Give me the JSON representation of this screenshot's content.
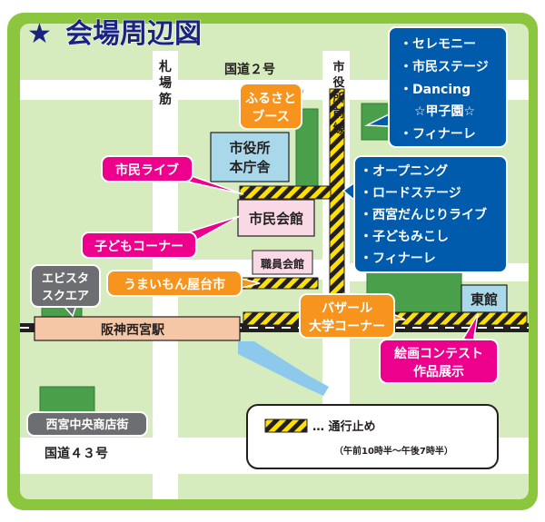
{
  "title": {
    "star": "★",
    "text": "会場周辺図"
  },
  "colors": {
    "frame": "#8cc63f",
    "land": "#d6ecbf",
    "road": "#ffffff",
    "park": "#4aa04a",
    "orange": "#f7941d",
    "magenta": "#ec008c",
    "blue": "#005bac",
    "gray": "#6d6e71",
    "hatch": "#ffe100",
    "water": "#8dc9ec",
    "title": "#1a237e"
  },
  "roads": {
    "kokudo2": "国道２号",
    "kokudo43": "国道４３号",
    "fudaba": [
      "札",
      "場",
      "筋"
    ],
    "shiyakusho_mae": [
      "市",
      "役",
      "所",
      "前",
      "線"
    ]
  },
  "buildings": {
    "cityhall": [
      "市役所",
      "本庁舎"
    ],
    "kaikan": "市民会館",
    "shokuin": "職員会館",
    "higashi": "東館",
    "station": "阪神西宮駅"
  },
  "callouts": {
    "furusato": [
      "ふるさと",
      "ブース"
    ],
    "shimin_live": "市民ライブ",
    "kodomo_corner": "子どもコーナー",
    "umaimon": "うまいもん屋台市",
    "bazaar": [
      "バザール",
      "大学コーナー"
    ],
    "ebisuta": [
      "エビスタ",
      "スクエア"
    ],
    "kaiga": [
      "絵画コンテスト",
      "作品展示"
    ],
    "shotengai": "西宮中央商店街"
  },
  "events_top": [
    "・セレモニー",
    "・市民ステージ",
    "・Dancing",
    "☆甲子園☆",
    "・フィナーレ"
  ],
  "events_mid": [
    "・オープニング",
    "・ロードステージ",
    "・西宮だんじりライブ",
    "・子どもみこし",
    "・フィナーレ"
  ],
  "legend": {
    "label": "… 通行止め",
    "note": "（午前10時半～午後7時半）"
  }
}
